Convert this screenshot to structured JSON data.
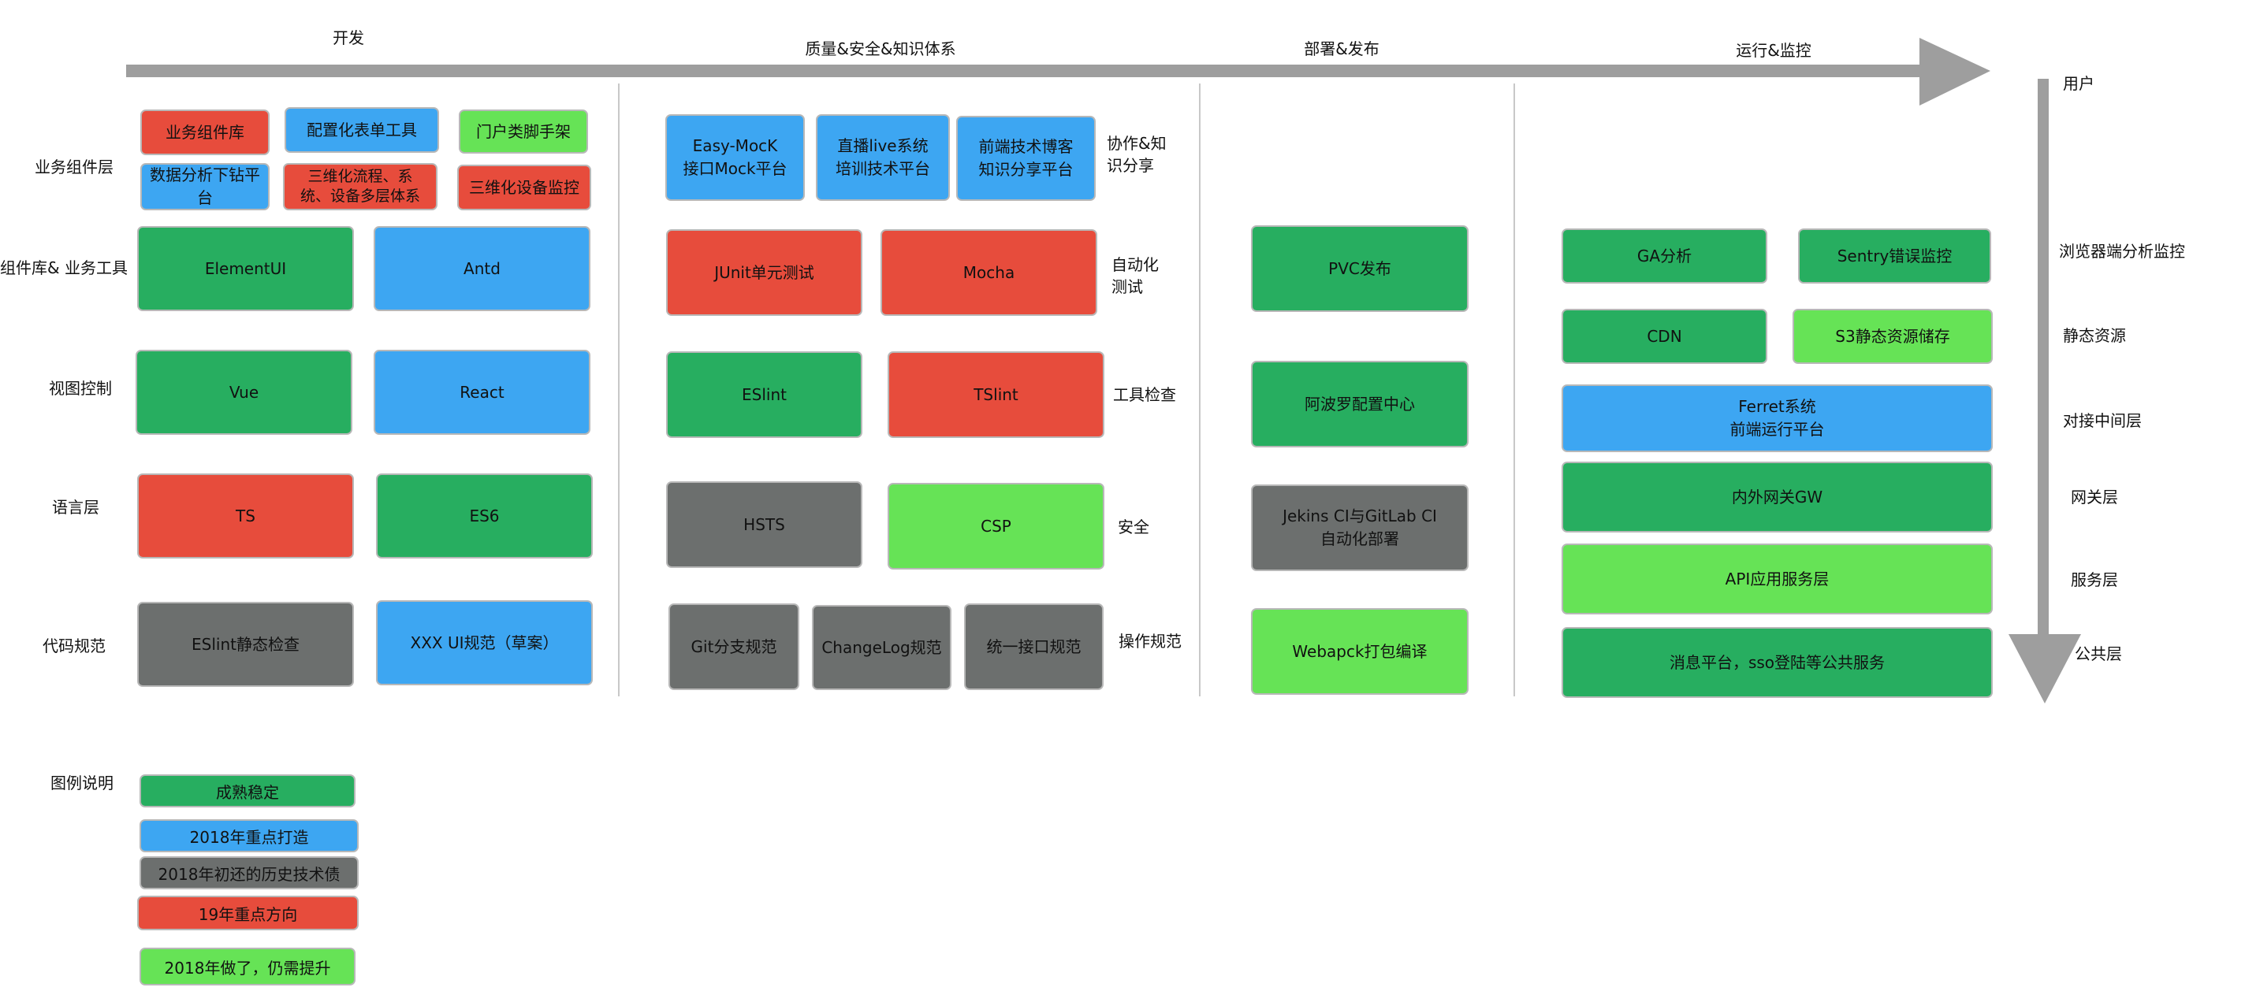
{
  "phases": [
    "开发",
    "质量&安全&知识体系",
    "部署&发布",
    "运行&监控"
  ],
  "axis_user_label": "用户",
  "layers_left": [
    "业务组件层",
    "组件库& 业务工具",
    "视图控制",
    "语言层",
    "代码规范"
  ],
  "dev": {
    "biz_row1": [
      "业务组件库",
      "配置化表单工具",
      "门户类脚手架"
    ],
    "biz_row2": [
      "数据分析下钻平台",
      "三维化流程、系\n统、设备多层体系",
      "三维化设备监控"
    ],
    "lib": [
      "ElementUI",
      "Antd"
    ],
    "view": [
      "Vue",
      "React"
    ],
    "lang": [
      "TS",
      "ES6"
    ],
    "code": [
      "ESlint静态检查",
      "XXX UI规范（草案）"
    ]
  },
  "quality": {
    "collab": [
      "Easy-MocK\n接口Mock平台",
      "直播live系统\n培训技术平台",
      "前端技术博客\n知识分享平台"
    ],
    "collab_label": "协作&知\n识分享",
    "test": [
      "JUnit单元测试",
      "Mocha"
    ],
    "test_label": "自动化\n测试",
    "tool": [
      "ESlint",
      "TSlint"
    ],
    "tool_label": "工具检查",
    "security": [
      "HSTS",
      "CSP"
    ],
    "security_label": "安全",
    "ops": [
      "Git分支规范",
      "ChangeLog规范",
      "统一接口规范"
    ],
    "ops_label": "操作规范"
  },
  "deploy": [
    "PVC发布",
    "阿波罗配置中心",
    "Jekins CI与GitLab CI\n自动化部署",
    "Webapck打包编译"
  ],
  "runtime": {
    "row1": [
      "GA分析",
      "Sentry错误监控"
    ],
    "row2": [
      "CDN",
      "S3静态资源储存"
    ],
    "ferret": "Ferret系统\n前端运行平台",
    "gateway": "内外网关GW",
    "api": "API应用服务层",
    "common": "消息平台，sso登陆等公共服务"
  },
  "layers_right": [
    "浏览器端分析监控",
    "静态资源",
    "对接中间层",
    "网关层",
    "服务层",
    "公共层"
  ],
  "legend": {
    "title": "图例说明",
    "items": [
      "成熟稳定",
      "2018年重点打造",
      "2018年初还的历史技术债",
      "19年重点方向",
      "2018年做了，仍需提升"
    ]
  },
  "colors": {
    "green": "#27ae60",
    "blue": "#3da6f2",
    "gray": "#6c6f6e",
    "red": "#e74c3c",
    "lime": "#66e356",
    "arrow": "#9e9e9e"
  }
}
